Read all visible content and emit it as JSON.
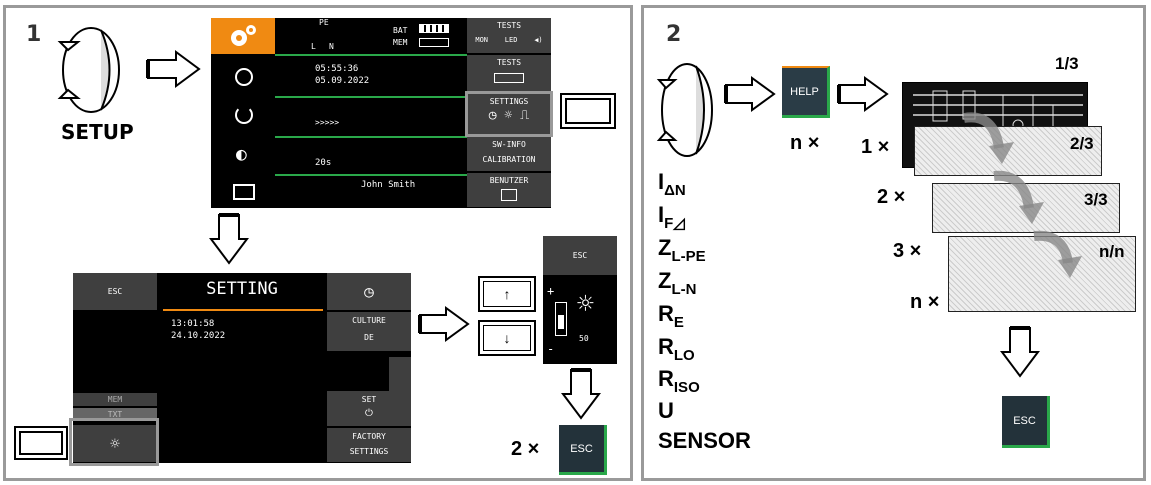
{
  "panel1": {
    "step": "1",
    "setup_label": "SETUP",
    "device_top": {
      "pe_label": "PE",
      "l_label": "L",
      "n_label": "N",
      "bat_label": "BAT",
      "mem_label": "MEM",
      "time": "05:55:36",
      "date": "05.09.2022",
      "progress_text": ">>>>>",
      "brightness_value": "20s",
      "user_name": "John Smith",
      "tests_label_1": "TESTS",
      "mon_label": "MON",
      "led_label": "LED",
      "tests_label_2": "TESTS",
      "settings_label": "SETTINGS",
      "sw_info_label": "SW-INFO",
      "calibration_label": "CALIBRATION",
      "benutzer_label": "BENUTZER"
    },
    "device_setting": {
      "esc_label": "ESC",
      "title": "SETTING",
      "time": "13:01:58",
      "date": "24.10.2022",
      "culture_label": "CULTURE",
      "culture_value": "DE",
      "mem_label": "MEM",
      "txt_label": "TXT",
      "set_label": "SET",
      "factory_label": "FACTORY",
      "settings_label": "SETTINGS"
    },
    "brightness_popup": {
      "esc_label": "ESC",
      "plus": "+",
      "minus": "-",
      "value": "50",
      "up_arrow": "↑",
      "down_arrow": "↓"
    },
    "esc_times": "2 ×",
    "esc_label": "ESC"
  },
  "panel2": {
    "step": "2",
    "help_label": "HELP",
    "help_times": "n ×",
    "esc_label": "ESC",
    "pages": [
      {
        "times": "1 ×",
        "page": "2/3"
      },
      {
        "times": "2 ×",
        "page": "3/3"
      },
      {
        "times": "3 ×",
        "page": "n/n"
      },
      {
        "times": "n ×",
        "page": ""
      }
    ],
    "first_page": "1/3",
    "measurements": [
      {
        "main": "I",
        "sub": "ΔN"
      },
      {
        "main": "I",
        "sub": "F◿"
      },
      {
        "main": "Z",
        "sub": "L-PE"
      },
      {
        "main": "Z",
        "sub": "L-N"
      },
      {
        "main": "R",
        "sub": "E"
      },
      {
        "main": "R",
        "sub": "LO"
      },
      {
        "main": "R",
        "sub": "ISO"
      },
      {
        "main": "U",
        "sub": ""
      },
      {
        "main": "SENSOR",
        "sub": ""
      }
    ]
  }
}
